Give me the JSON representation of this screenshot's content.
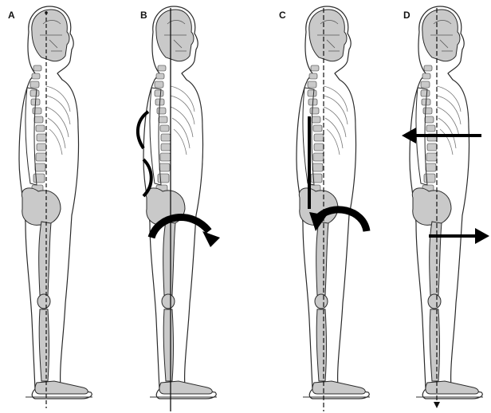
{
  "panels": [
    {
      "label": "A",
      "posture": "ideal-alignment"
    },
    {
      "label": "B",
      "posture": "kyphosis-lordosis"
    },
    {
      "label": "C",
      "posture": "flat-back"
    },
    {
      "label": "D",
      "posture": "sway-back"
    }
  ],
  "colors": {
    "bone": "#c9c9c9",
    "outline": "#2a2a2a",
    "arrow": "#000000",
    "plumb_line": "#111111",
    "background": "#ffffff"
  },
  "icons": {
    "pelvic_rotation": "curved-arrow-icon",
    "displacement": "straight-arrow-icon"
  }
}
